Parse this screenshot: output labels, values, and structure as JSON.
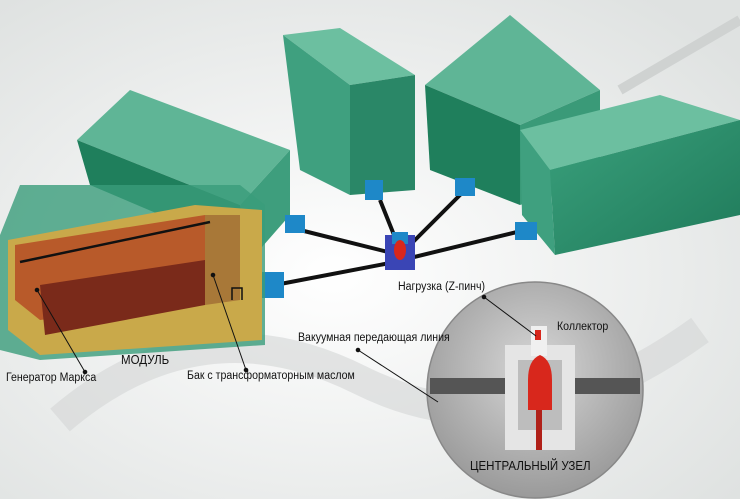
{
  "labels": {
    "load": "Нагрузка (Z-пинч)",
    "collector": "Коллектор",
    "vacuum_line": "Вакуумная передающая линия",
    "module": "МОДУЛЬ",
    "marx": "Генератор Маркса",
    "oil_tank": "Бак с трансформаторным маслом",
    "central_node": "ЦЕНТРАЛЬНЫЙ УЗЕЛ"
  },
  "colors": {
    "module_box": "#2f8f6e",
    "tank": "#c9a94a",
    "marx": "#7a2a1a",
    "connector": "#1e88c8",
    "zpinch": "#d8271c"
  }
}
